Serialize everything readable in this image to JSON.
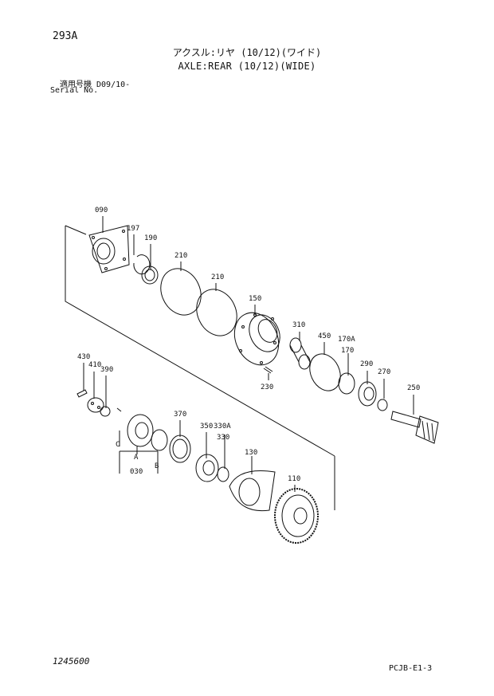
{
  "header": {
    "page_number": "293A",
    "title_jp": "アクスル:リヤ (10/12)(ワイド)",
    "title_en": "AXLE:REAR (10/12)(WIDE)",
    "serial_label_jp": "適用号機 D09/10-",
    "serial_label_en": "Serial No."
  },
  "callouts": {
    "p090": "090",
    "p197": "197",
    "p190": "190",
    "p210a": "210",
    "p210b": "210",
    "p150": "150",
    "p310": "310",
    "p450": "450",
    "p170a": "170A",
    "p170": "170",
    "p290": "290",
    "p270": "270",
    "p250": "250",
    "p230": "230",
    "p430": "430",
    "p410": "410",
    "p390": "390",
    "p370": "370",
    "p350": "350",
    "p330a": "330A",
    "p330": "330",
    "p130": "130",
    "p110": "110",
    "pC": "C",
    "pA": "A",
    "pB": "B",
    "p030": "030"
  },
  "footer": {
    "drawing_number": "1245600",
    "sheet_code": "PCJB-E1-3"
  }
}
